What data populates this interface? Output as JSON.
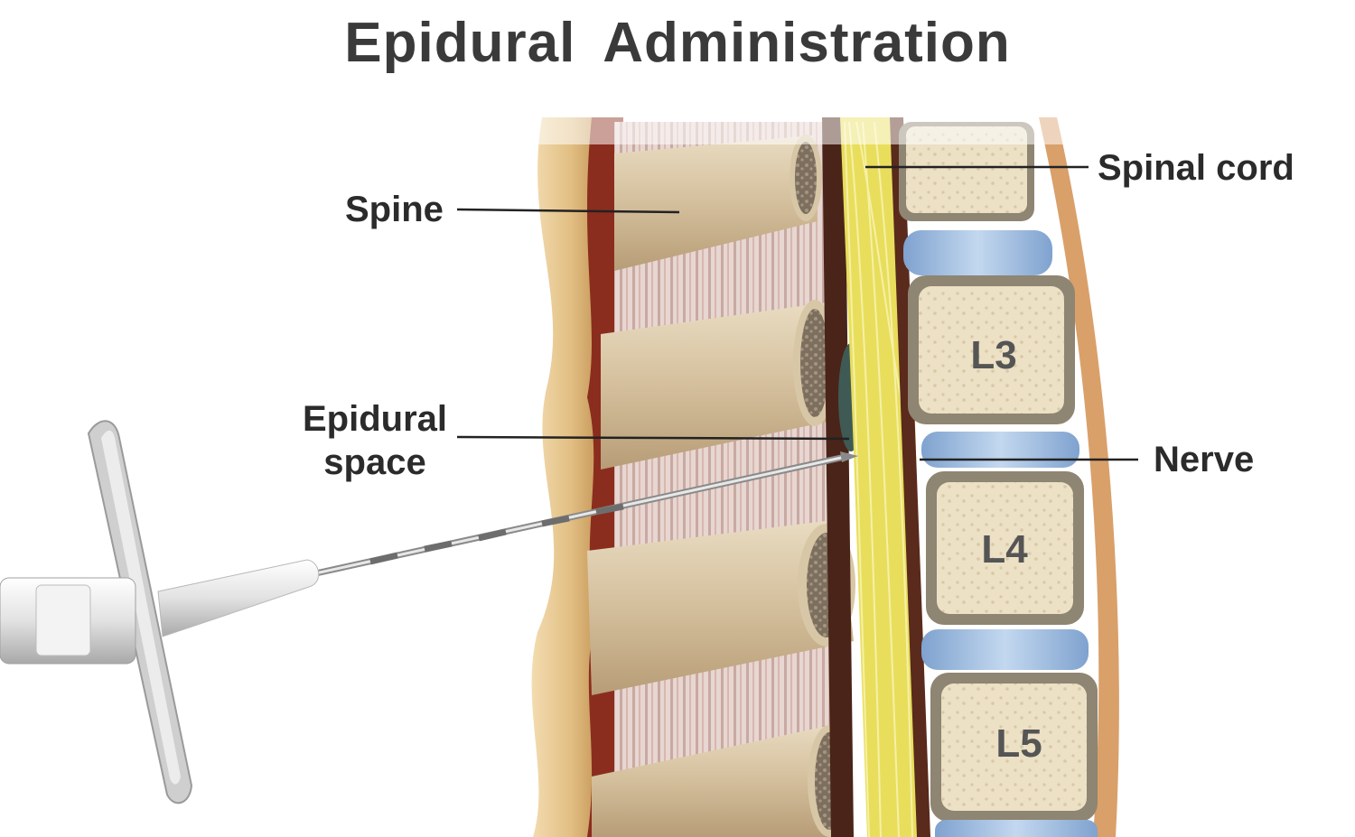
{
  "title": "Epidural Administration",
  "labels": {
    "spine": "Spine",
    "epidural_space_line1": "Epidural",
    "epidural_space_line2": "space",
    "spinal_cord": "Spinal cord",
    "nerve": "Nerve"
  },
  "vertebrae": [
    "L3",
    "L4",
    "L5"
  ],
  "colors": {
    "title_text": "#3a3a3a",
    "label_text": "#2b2b2b",
    "bone": "#d8c7a6",
    "bone_shadow": "#b8a07c",
    "disc": "#a9c6e6",
    "nerve": "#e8e06a",
    "ligament": "#8b2d1e",
    "skin": "#e8c68a"
  }
}
